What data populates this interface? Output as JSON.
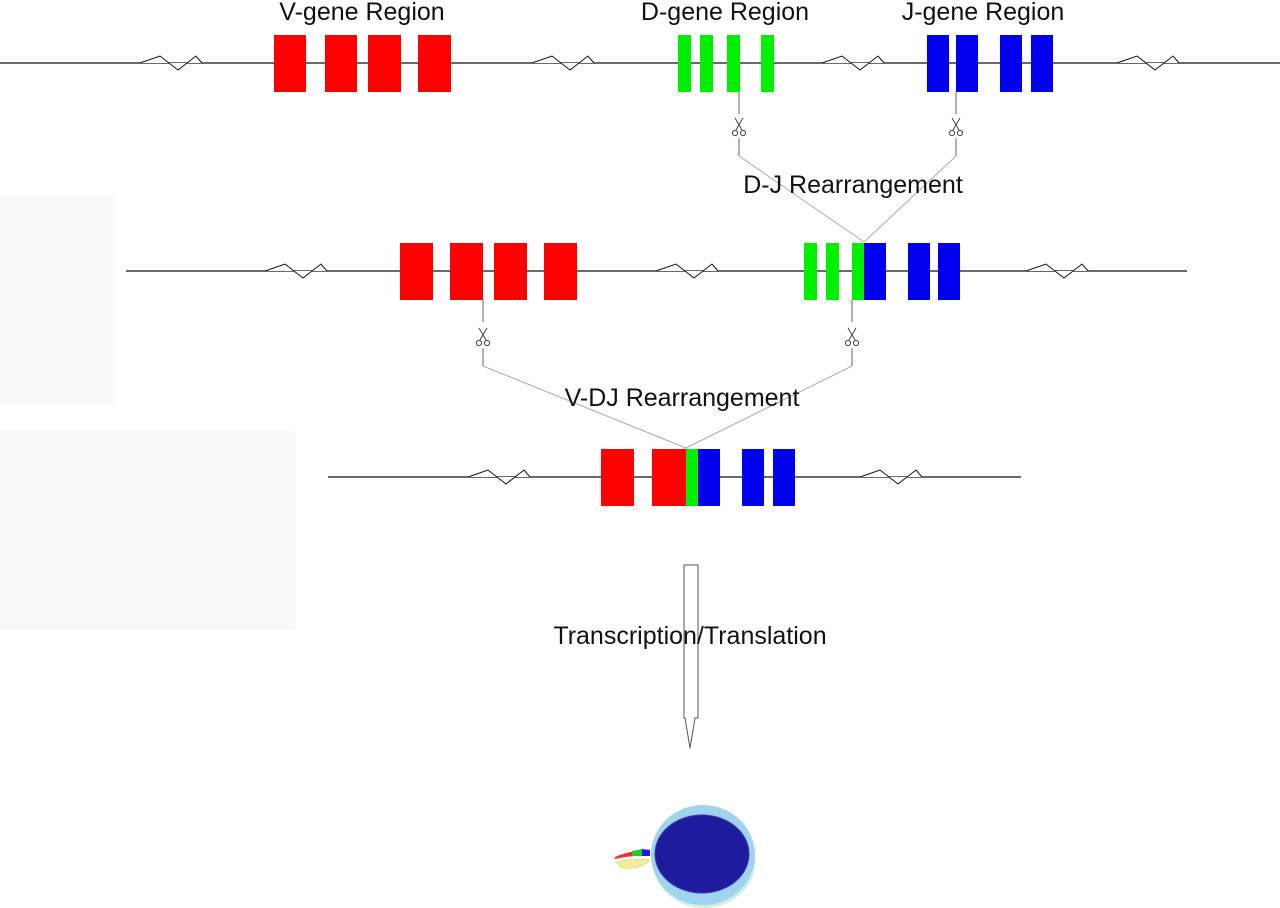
{
  "labels": {
    "v_region": "V-gene Region",
    "d_region": "D-gene Region",
    "j_region": "J-gene Region",
    "dj_rearrangement": "D-J Rearrangement",
    "vdj_rearrangement": "V-DJ Rearrangement",
    "transcription": "Transcription/Translation"
  },
  "colors": {
    "v_gene": "#ff0000",
    "d_gene": "#00ee00",
    "j_gene": "#0000ee",
    "line": "#111111",
    "connector": "#aaaaaa",
    "cell_outer": "#9fd3ee",
    "cell_nucleus": "#1e1b9e",
    "cell_base": "#cfeee6"
  },
  "icons": {
    "cut_site": "scissors-icon",
    "cell": "b-cell-icon",
    "antibody": "antibody-icon"
  }
}
